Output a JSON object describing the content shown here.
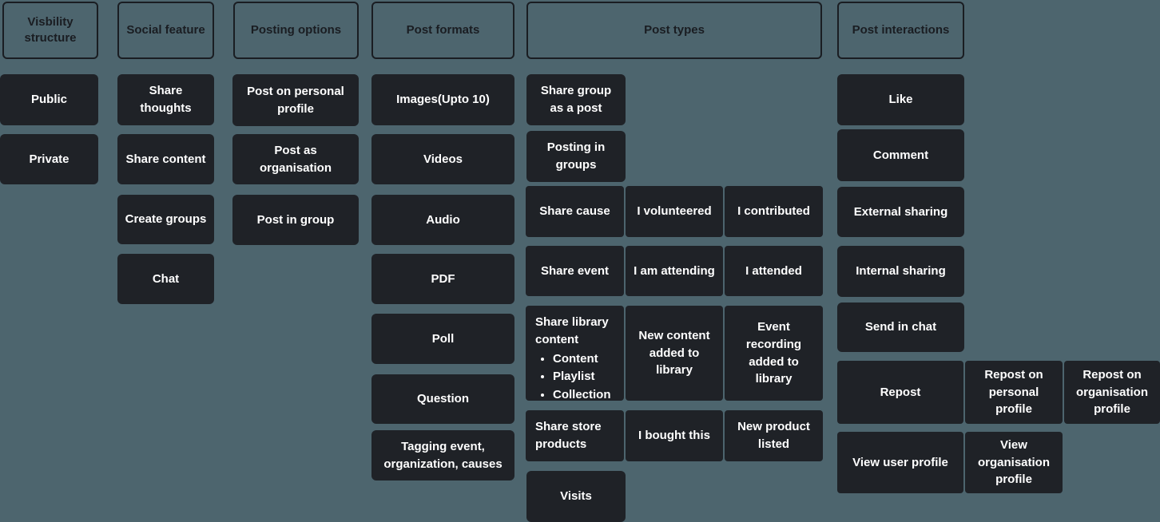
{
  "colors": {
    "background": "#4d656e",
    "node_fill": "#1f2227",
    "node_text": "#ffffff",
    "header_border": "#1a1d22",
    "header_text": "#1a1d22"
  },
  "headers": {
    "visibility_structure": "Visbility structure",
    "social_feature": "Social feature",
    "posting_options": "Posting options",
    "post_formats": "Post formats",
    "post_types": "Post types",
    "post_interactions": "Post interactions"
  },
  "visibility_structure": {
    "items": [
      "Public",
      "Private"
    ]
  },
  "social_feature": {
    "items": [
      "Share thoughts",
      "Share content",
      "Create groups",
      "Chat"
    ]
  },
  "posting_options": {
    "items": [
      "Post on personal profile",
      "Post as  organisation",
      "Post in group"
    ]
  },
  "post_formats": {
    "items": [
      "Images(Upto 10)",
      "Videos",
      "Audio",
      "PDF",
      "Poll",
      "Question",
      "Tagging event, organization, causes"
    ]
  },
  "post_types": {
    "share_group": "Share group as a post",
    "posting_in_groups": "Posting in groups",
    "cause_row": [
      "Share cause",
      "I volunteered",
      "I contributed"
    ],
    "event_row": [
      "Share event",
      "I am attending",
      "I attended"
    ],
    "library_row": {
      "title": "Share library content",
      "bullets": [
        "Content",
        "Playlist",
        "Collection"
      ],
      "cell2": "New content added to library",
      "cell3": "Event recording added to library"
    },
    "store_row": [
      "Share store products",
      "I bought this",
      "New product listed"
    ],
    "visits": "Visits"
  },
  "post_interactions": {
    "items": [
      "Like",
      "Comment",
      "External sharing",
      "Internal sharing",
      "Send in chat"
    ],
    "repost_row": [
      "Repost",
      "Repost on personal profile",
      "Repost on organisation profile"
    ],
    "view_row": [
      "View user profile",
      "View organisation profile"
    ]
  }
}
